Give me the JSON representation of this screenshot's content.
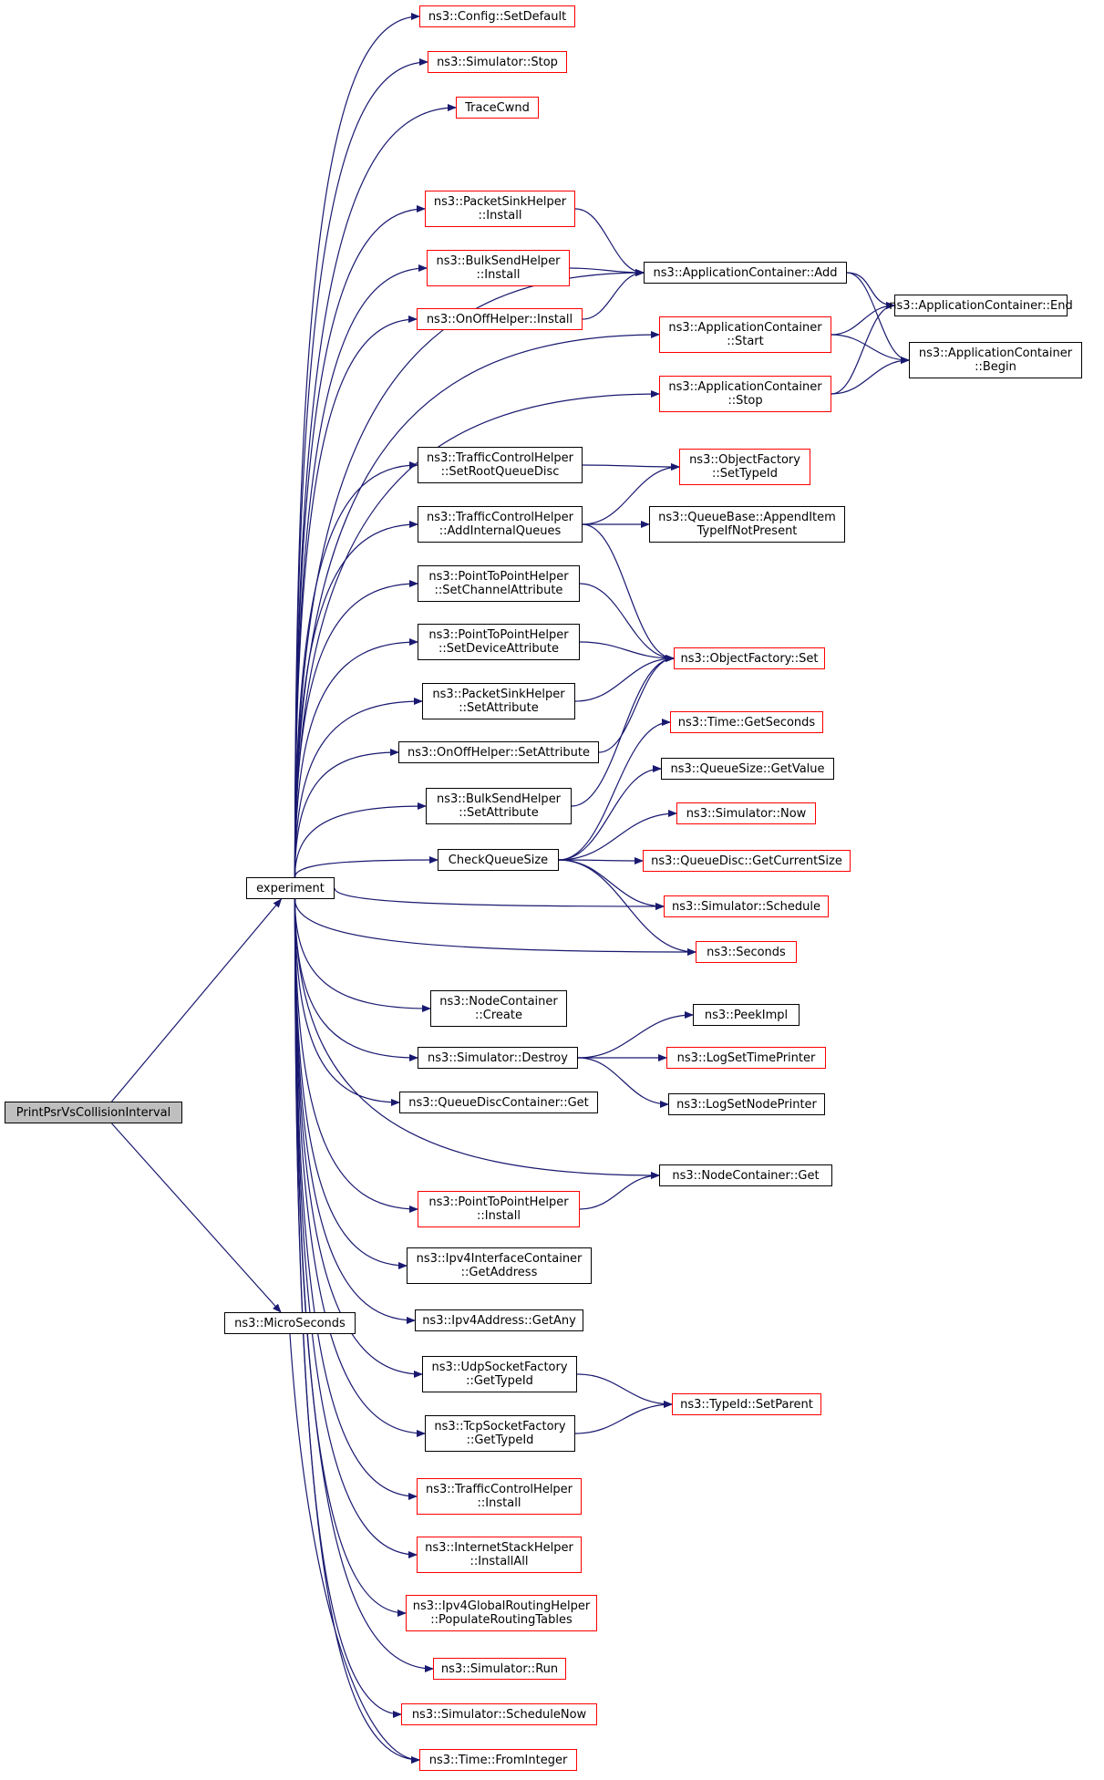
{
  "colors": {
    "edge": "#191970",
    "border_black": "#000000",
    "border_red": "#ff0000",
    "root_fill": "#bfbfbf"
  },
  "nodes": [
    {
      "id": "root",
      "lines": [
        "PrintPsrVsCollisionInterval"
      ],
      "border": "black",
      "fill": "gray"
    },
    {
      "id": "experiment",
      "lines": [
        "experiment"
      ],
      "border": "black"
    },
    {
      "id": "micro",
      "lines": [
        "ns3::MicroSeconds"
      ],
      "border": "black"
    },
    {
      "id": "cfg_setdefault",
      "lines": [
        "ns3::Config::SetDefault"
      ],
      "border": "red"
    },
    {
      "id": "sim_stop",
      "lines": [
        "ns3::Simulator::Stop"
      ],
      "border": "red"
    },
    {
      "id": "tracecwnd",
      "lines": [
        "TraceCwnd"
      ],
      "border": "red"
    },
    {
      "id": "psh_install",
      "lines": [
        "ns3::PacketSinkHelper",
        "::Install"
      ],
      "border": "red"
    },
    {
      "id": "bsh_install",
      "lines": [
        "ns3::BulkSendHelper",
        "::Install"
      ],
      "border": "red"
    },
    {
      "id": "ooh_install",
      "lines": [
        "ns3::OnOffHelper::Install"
      ],
      "border": "red"
    },
    {
      "id": "ac_add",
      "lines": [
        "ns3::ApplicationContainer::Add"
      ],
      "border": "black"
    },
    {
      "id": "ac_end",
      "lines": [
        "ns3::ApplicationContainer::End"
      ],
      "border": "black"
    },
    {
      "id": "ac_start",
      "lines": [
        "ns3::ApplicationContainer",
        "::Start"
      ],
      "border": "red"
    },
    {
      "id": "ac_begin",
      "lines": [
        "ns3::ApplicationContainer",
        "::Begin"
      ],
      "border": "black"
    },
    {
      "id": "ac_stop",
      "lines": [
        "ns3::ApplicationContainer",
        "::Stop"
      ],
      "border": "red"
    },
    {
      "id": "tch_setroot",
      "lines": [
        "ns3::TrafficControlHelper",
        "::SetRootQueueDisc"
      ],
      "border": "black"
    },
    {
      "id": "of_settypeid",
      "lines": [
        "ns3::ObjectFactory",
        "::SetTypeId"
      ],
      "border": "red"
    },
    {
      "id": "tch_addinternal",
      "lines": [
        "ns3::TrafficControlHelper",
        "::AddInternalQueues"
      ],
      "border": "black"
    },
    {
      "id": "qb_append",
      "lines": [
        "ns3::QueueBase::AppendItem",
        "TypeIfNotPresent"
      ],
      "border": "black"
    },
    {
      "id": "p2p_setchannel",
      "lines": [
        "ns3::PointToPointHelper",
        "::SetChannelAttribute"
      ],
      "border": "black"
    },
    {
      "id": "p2p_setdevice",
      "lines": [
        "ns3::PointToPointHelper",
        "::SetDeviceAttribute"
      ],
      "border": "black"
    },
    {
      "id": "of_set",
      "lines": [
        "ns3::ObjectFactory::Set"
      ],
      "border": "red"
    },
    {
      "id": "psh_setattr",
      "lines": [
        "ns3::PacketSinkHelper",
        "::SetAttribute"
      ],
      "border": "black"
    },
    {
      "id": "time_getseconds",
      "lines": [
        "ns3::Time::GetSeconds"
      ],
      "border": "red"
    },
    {
      "id": "ooh_setattr",
      "lines": [
        "ns3::OnOffHelper::SetAttribute"
      ],
      "border": "black"
    },
    {
      "id": "qs_getvalue",
      "lines": [
        "ns3::QueueSize::GetValue"
      ],
      "border": "black"
    },
    {
      "id": "bsh_setattr",
      "lines": [
        "ns3::BulkSendHelper",
        "::SetAttribute"
      ],
      "border": "black"
    },
    {
      "id": "sim_now",
      "lines": [
        "ns3::Simulator::Now"
      ],
      "border": "red"
    },
    {
      "id": "checkqueue",
      "lines": [
        "CheckQueueSize"
      ],
      "border": "black"
    },
    {
      "id": "qd_getcurrent",
      "lines": [
        "ns3::QueueDisc::GetCurrentSize"
      ],
      "border": "red"
    },
    {
      "id": "sim_schedule",
      "lines": [
        "ns3::Simulator::Schedule"
      ],
      "border": "red"
    },
    {
      "id": "seconds",
      "lines": [
        "ns3::Seconds"
      ],
      "border": "red"
    },
    {
      "id": "nc_create",
      "lines": [
        "ns3::NodeContainer",
        "::Create"
      ],
      "border": "black"
    },
    {
      "id": "peekimpl",
      "lines": [
        "ns3::PeekImpl"
      ],
      "border": "black"
    },
    {
      "id": "sim_destroy",
      "lines": [
        "ns3::Simulator::Destroy"
      ],
      "border": "black"
    },
    {
      "id": "logsettime",
      "lines": [
        "ns3::LogSetTimePrinter"
      ],
      "border": "red"
    },
    {
      "id": "qdc_get",
      "lines": [
        "ns3::QueueDiscContainer::Get"
      ],
      "border": "black"
    },
    {
      "id": "logsetnode",
      "lines": [
        "ns3::LogSetNodePrinter"
      ],
      "border": "black"
    },
    {
      "id": "nc_get",
      "lines": [
        "ns3::NodeContainer::Get"
      ],
      "border": "black"
    },
    {
      "id": "p2p_install",
      "lines": [
        "ns3::PointToPointHelper",
        "::Install"
      ],
      "border": "red"
    },
    {
      "id": "ipv4ic_getaddr",
      "lines": [
        "ns3::Ipv4InterfaceContainer",
        "::GetAddress"
      ],
      "border": "black"
    },
    {
      "id": "ipv4addr_getany",
      "lines": [
        "ns3::Ipv4Address::GetAny"
      ],
      "border": "black"
    },
    {
      "id": "udp_gettypeid",
      "lines": [
        "ns3::UdpSocketFactory",
        "::GetTypeId"
      ],
      "border": "black"
    },
    {
      "id": "typeid_setparent",
      "lines": [
        "ns3::TypeId::SetParent"
      ],
      "border": "red"
    },
    {
      "id": "tcp_gettypeid",
      "lines": [
        "ns3::TcpSocketFactory",
        "::GetTypeId"
      ],
      "border": "black"
    },
    {
      "id": "tch_install",
      "lines": [
        "ns3::TrafficControlHelper",
        "::Install"
      ],
      "border": "red"
    },
    {
      "id": "ish_installall",
      "lines": [
        "ns3::InternetStackHelper",
        "::InstallAll"
      ],
      "border": "red"
    },
    {
      "id": "grh_populate",
      "lines": [
        "ns3::Ipv4GlobalRoutingHelper",
        "::PopulateRoutingTables"
      ],
      "border": "red"
    },
    {
      "id": "sim_run",
      "lines": [
        "ns3::Simulator::Run"
      ],
      "border": "red"
    },
    {
      "id": "sim_schedulenow",
      "lines": [
        "ns3::Simulator::ScheduleNow"
      ],
      "border": "red"
    },
    {
      "id": "time_frominteger",
      "lines": [
        "ns3::Time::FromInteger"
      ],
      "border": "red"
    }
  ],
  "edges": [
    [
      "root",
      "experiment"
    ],
    [
      "root",
      "micro"
    ],
    [
      "experiment",
      "cfg_setdefault"
    ],
    [
      "experiment",
      "sim_stop"
    ],
    [
      "experiment",
      "tracecwnd"
    ],
    [
      "experiment",
      "ac_add"
    ],
    [
      "experiment",
      "psh_install"
    ],
    [
      "experiment",
      "bsh_install"
    ],
    [
      "experiment",
      "ooh_install"
    ],
    [
      "experiment",
      "ac_start"
    ],
    [
      "experiment",
      "ac_stop"
    ],
    [
      "experiment",
      "tch_setroot"
    ],
    [
      "experiment",
      "tch_addinternal"
    ],
    [
      "experiment",
      "p2p_setchannel"
    ],
    [
      "experiment",
      "p2p_setdevice"
    ],
    [
      "experiment",
      "psh_setattr"
    ],
    [
      "experiment",
      "ooh_setattr"
    ],
    [
      "experiment",
      "bsh_setattr"
    ],
    [
      "experiment",
      "checkqueue"
    ],
    [
      "experiment",
      "sim_schedule"
    ],
    [
      "experiment",
      "seconds"
    ],
    [
      "experiment",
      "nc_create"
    ],
    [
      "experiment",
      "sim_destroy"
    ],
    [
      "experiment",
      "qdc_get"
    ],
    [
      "experiment",
      "nc_get"
    ],
    [
      "experiment",
      "p2p_install"
    ],
    [
      "experiment",
      "ipv4ic_getaddr"
    ],
    [
      "experiment",
      "ipv4addr_getany"
    ],
    [
      "experiment",
      "udp_gettypeid"
    ],
    [
      "experiment",
      "tcp_gettypeid"
    ],
    [
      "experiment",
      "tch_install"
    ],
    [
      "experiment",
      "ish_installall"
    ],
    [
      "experiment",
      "grh_populate"
    ],
    [
      "experiment",
      "sim_run"
    ],
    [
      "experiment",
      "sim_schedulenow"
    ],
    [
      "experiment",
      "time_frominteger"
    ],
    [
      "psh_install",
      "ac_add"
    ],
    [
      "bsh_install",
      "ac_add"
    ],
    [
      "ooh_install",
      "ac_add"
    ],
    [
      "ac_add",
      "ac_end"
    ],
    [
      "ac_add",
      "ac_begin"
    ],
    [
      "ac_start",
      "ac_end"
    ],
    [
      "ac_start",
      "ac_begin"
    ],
    [
      "ac_stop",
      "ac_end"
    ],
    [
      "ac_stop",
      "ac_begin"
    ],
    [
      "tch_setroot",
      "of_settypeid"
    ],
    [
      "tch_addinternal",
      "of_settypeid"
    ],
    [
      "tch_addinternal",
      "qb_append"
    ],
    [
      "tch_addinternal",
      "of_set"
    ],
    [
      "p2p_setchannel",
      "of_set"
    ],
    [
      "p2p_setdevice",
      "of_set"
    ],
    [
      "psh_setattr",
      "of_set"
    ],
    [
      "ooh_setattr",
      "of_set"
    ],
    [
      "bsh_setattr",
      "of_set"
    ],
    [
      "checkqueue",
      "time_getseconds"
    ],
    [
      "checkqueue",
      "qs_getvalue"
    ],
    [
      "checkqueue",
      "sim_now"
    ],
    [
      "checkqueue",
      "qd_getcurrent"
    ],
    [
      "checkqueue",
      "sim_schedule"
    ],
    [
      "checkqueue",
      "seconds"
    ],
    [
      "sim_destroy",
      "peekimpl"
    ],
    [
      "sim_destroy",
      "logsettime"
    ],
    [
      "sim_destroy",
      "logsetnode"
    ],
    [
      "p2p_install",
      "nc_get"
    ],
    [
      "udp_gettypeid",
      "typeid_setparent"
    ],
    [
      "tcp_gettypeid",
      "typeid_setparent"
    ],
    [
      "micro",
      "time_frominteger"
    ]
  ]
}
